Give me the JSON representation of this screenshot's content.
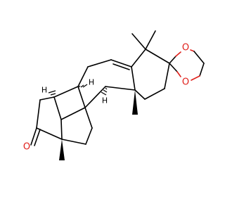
{
  "figure": {
    "atom_labels": {
      "ketone_oxygen": "O",
      "dioxolane_oxygen_upper": "O",
      "dioxolane_oxygen_lower": "O",
      "hydrogen_14": "H",
      "hydrogen_8": "H",
      "hydrogen_9": "H"
    },
    "colors": {
      "bond": "#000000",
      "oxygen": "#e0201b",
      "background": "#ffffff"
    }
  }
}
